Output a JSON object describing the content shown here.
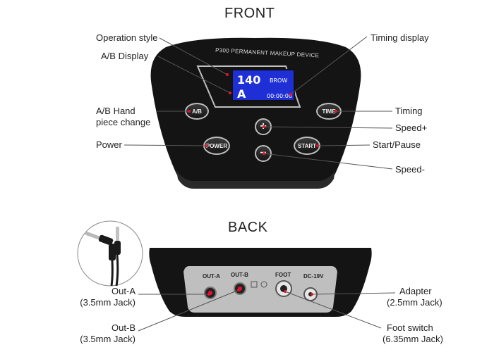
{
  "front": {
    "title": "FRONT",
    "device_label": "P300 PERMANENT MAKEUP DEVICE",
    "screen": {
      "value": "140",
      "mode": "BROW",
      "handpiece": "A",
      "timer": "00:00:00"
    },
    "buttons": {
      "ab": "A/B",
      "time": "TIME",
      "power": "POWER",
      "start": "START",
      "plus": "+",
      "minus": "−"
    },
    "labels": {
      "operation_style": "Operation style",
      "ab_display": "A/B Display",
      "timing_display": "Timing display",
      "ab_hand_1": "A/B Hand",
      "ab_hand_2": "piece change",
      "timing": "Timing",
      "speed_plus": "Speed+",
      "power": "Power",
      "start_pause": "Start/Pause",
      "speed_minus": "Speed-"
    }
  },
  "back": {
    "title": "BACK",
    "ports": {
      "out_a": "OUT-A",
      "out_b": "OUT-B",
      "foot": "FOOT",
      "dc": "DC-19V"
    },
    "labels": {
      "out_a_1": "Out-A",
      "out_a_2": "(3.5mm Jack)",
      "out_b_1": "Out-B",
      "out_b_2": "(3.5mm Jack)",
      "adapter_1": "Adapter",
      "adapter_2": "(2.5mm Jack)",
      "foot_1": "Foot switch",
      "foot_2": "(6.35mm Jack)"
    }
  },
  "colors": {
    "device": "#141414",
    "screen": "#1f2fd6",
    "accent": "#e8112d",
    "panel": "#bfbfbf"
  }
}
